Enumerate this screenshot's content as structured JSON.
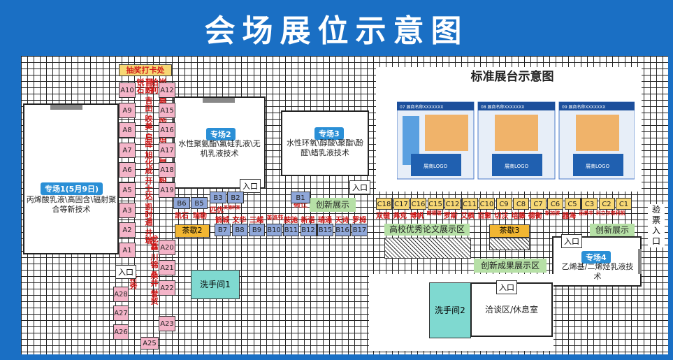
{
  "title": "会场展位示意图",
  "colors": {
    "background": "#1a6fc4",
    "pink_booth": "#f4b4c8",
    "blue_booth": "#8fa7d9",
    "yellow_booth": "#f7d774",
    "label_red": "#d01818"
  },
  "checkin": "抽奖打卡处",
  "standard_booth": {
    "title": "标准展台示意图",
    "panel1": "07 展商名称XXXXXXX",
    "panel2": "08 展商名称XXXXXXX",
    "panel3": "09 展商名称XXXXXXX",
    "logo": "展商LOGO"
  },
  "halls": {
    "hall1": {
      "badge": "专场1(5月9日)",
      "tech": "丙烯酸乳液\\高固含\\辐射聚合等新技术"
    },
    "hall2": {
      "badge": "专场2",
      "tech": "水性聚氨酯\\氟硅乳液\\无机乳液技术"
    },
    "hall3": {
      "badge": "专场3",
      "tech": "水性环氧\\醇酸\\聚酯\\酚醛\\蜡乳液技术"
    },
    "hall4": {
      "badge": "专场4",
      "tech": "乙烯基/二烯烃乳液技术"
    }
  },
  "booths_a_left": [
    "A10",
    "A9",
    "A8",
    "A7",
    "A6",
    "A5",
    "A3",
    "A2",
    "A1"
  ],
  "booths_a_right": [
    "A12",
    "A15",
    "A16",
    "A17",
    "A18",
    "A19"
  ],
  "booths_a_lower": [
    "A20",
    "A21",
    "A22",
    "A23"
  ],
  "booths_a_bottom": [
    "A28",
    "A27",
    "A26"
  ],
  "booth_a25": "A25",
  "booths_b_top": [
    "B6",
    "B5",
    "B3",
    "B2",
    "B1"
  ],
  "booths_b_row": [
    "B7",
    "B8",
    "B9",
    "B10",
    "B11",
    "B12",
    "B15",
    "B16",
    "B17"
  ],
  "booths_c": [
    "C18",
    "C17",
    "C16",
    "C15",
    "C12",
    "C11",
    "C10",
    "C9",
    "C8",
    "C7",
    "C6",
    "C5",
    "C3",
    "C2",
    "C1"
  ],
  "names_left_col": [
    "晋朗",
    "吉田",
    "映美",
    "启晖",
    "旭化成",
    "开士达",
    "凯时通",
    "井瑞",
    "锐石"
  ],
  "names_right_col": [
    "尚纬",
    "嘉锦",
    "彪悦",
    "倍强",
    "罗星",
    "坚毅",
    "铂利"
  ],
  "names_lower_col": [
    "龙鑫",
    "川锦",
    "桑井",
    "誉贸"
  ],
  "name_new": "新秀",
  "names_b_top": [
    "凯石",
    "瑞勒",
    "匹优"
  ],
  "name_b3_small": "英德利斯",
  "name_b1": "荷仕",
  "names_b_row": [
    "鹤城",
    "文华",
    "三越",
    "英洛莎",
    "胺驰",
    "新诺",
    "瑞通",
    "天诗",
    "罗姆"
  ],
  "names_c": [
    "双键",
    "弗克",
    "博帆",
    "朗德瑞",
    "罗斯",
    "艾枫",
    "百聚",
    "切沃",
    "培藤",
    "德衡",
    "新加坡",
    "器海",
    "丽景丰",
    "利立尔普利凯"
  ],
  "areas": {
    "innov1": "创新展示",
    "innov2": "创新展示",
    "thesis": "高校优秀论文展示区",
    "tea2": "茶歇2",
    "tea3": "茶歇3",
    "results": "创新成果展示区",
    "wash1": "洗手间1",
    "wash2": "洗手间2",
    "lounge": "洽谈区/休息室",
    "entry": "入口",
    "ticket": "验票入口"
  }
}
